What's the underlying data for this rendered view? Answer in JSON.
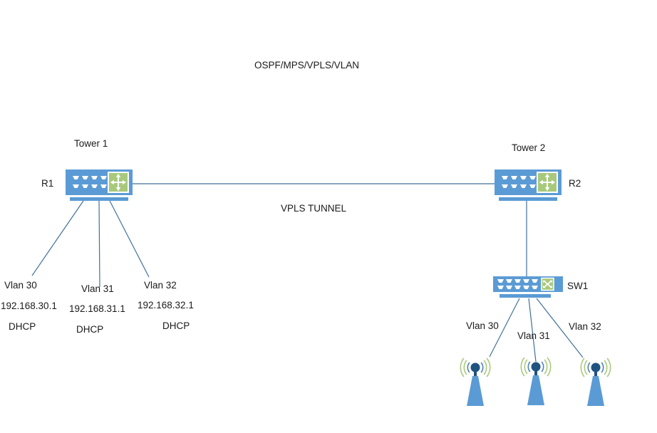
{
  "title": "OSPF/MPS/VPLS/VLAN",
  "colors": {
    "deviceBlue": "#5b9bd5",
    "squareGreen": "#a8c97c",
    "lineBlue": "#41719c",
    "antennaBlue": "#1f5380",
    "arcBlue": "#4f81bd",
    "arcGreen": "#a9c97c",
    "textColor": "#1a1a1a"
  },
  "nodes": {
    "tower1": "Tower 1",
    "tower2": "Tower 2",
    "r1": "R1",
    "r2": "R2",
    "sw1": "SW1"
  },
  "links": {
    "vpls_tunnel": "VPLS TUNNEL"
  },
  "r1_vlans": [
    {
      "vlan": "Vlan 30",
      "ip": "192.168.30.1",
      "service": "DHCP"
    },
    {
      "vlan": "Vlan 31",
      "ip": "192.168.31.1",
      "service": "DHCP"
    },
    {
      "vlan": "Vlan 32",
      "ip": "192.168.32.1",
      "service": "DHCP"
    }
  ],
  "sw1_vlans": [
    {
      "vlan": "Vlan 30"
    },
    {
      "vlan": "Vlan 31"
    },
    {
      "vlan": "Vlan 32"
    }
  ]
}
